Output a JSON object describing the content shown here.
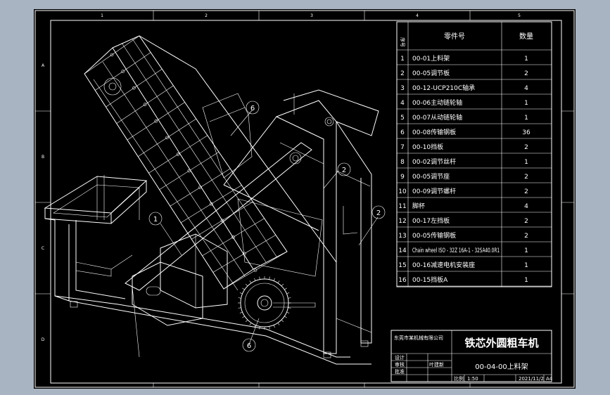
{
  "zones_top": [
    "1",
    "2",
    "3",
    "4",
    "5"
  ],
  "zones_side": [
    "A",
    "B",
    "C",
    "D"
  ],
  "bom": {
    "headers": {
      "no": "序号",
      "name": "零件号",
      "qty": "数量"
    },
    "rows": [
      {
        "no": "1",
        "name": "00-01上料架",
        "qty": "1"
      },
      {
        "no": "2",
        "name": "00-05调节板",
        "qty": "2"
      },
      {
        "no": "3",
        "name": "00-12-UCP210C轴承",
        "qty": "4"
      },
      {
        "no": "4",
        "name": "00-06主动链轮轴",
        "qty": "1"
      },
      {
        "no": "5",
        "name": "00-07从动链轮轴",
        "qty": "1"
      },
      {
        "no": "6",
        "name": "00-08传输钢板",
        "qty": "36"
      },
      {
        "no": "7",
        "name": "00-10挡板",
        "qty": "2"
      },
      {
        "no": "8",
        "name": "00-02调节丝杆",
        "qty": "1"
      },
      {
        "no": "9",
        "name": "00-05调节座",
        "qty": "2"
      },
      {
        "no": "10",
        "name": "00-09调节螺杆",
        "qty": "2"
      },
      {
        "no": "11",
        "name": "脚杯",
        "qty": "4"
      },
      {
        "no": "12",
        "name": "00-17左挡板",
        "qty": "2"
      },
      {
        "no": "13",
        "name": "00-05传输钢板",
        "qty": "2"
      },
      {
        "no": "14",
        "name": "Chain wheel ISO - 32Z 16A-1 - 32SA40.0R1",
        "qty": "1"
      },
      {
        "no": "15",
        "name": "00-16减速电机安装座",
        "qty": "1"
      },
      {
        "no": "16",
        "name": "00-15挡板A",
        "qty": "1"
      }
    ]
  },
  "title_block": {
    "company": "东莞市某机械有限公司",
    "title": "铁芯外圆粗车机",
    "drawing_name": "00-04-00上料架",
    "role_design": "设计",
    "role_check": "审核",
    "role_approve": "批准",
    "designer": "叶建新",
    "scale_label": "比例",
    "scale": "1:50",
    "date": "2021/11/2",
    "size": "A4"
  },
  "balloons": [
    "6",
    "2",
    "2",
    "1",
    "6"
  ]
}
